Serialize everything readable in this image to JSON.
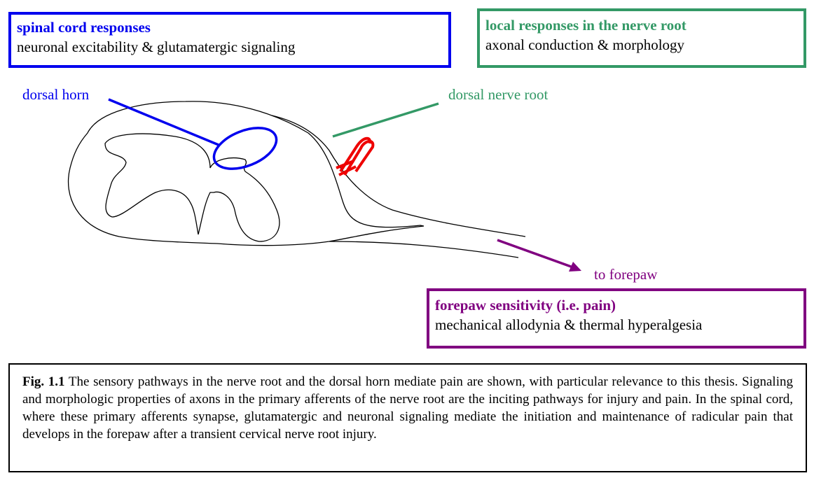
{
  "boxes": {
    "spinal": {
      "title": "spinal cord responses",
      "subtitle": "neuronal excitability & glutamatergic signaling"
    },
    "local": {
      "title": "local responses in the nerve root",
      "subtitle": "axonal conduction & morphology"
    },
    "forepaw": {
      "title": "forepaw sensitivity (i.e. pain)",
      "subtitle": "mechanical allodynia & thermal hyperalgesia"
    }
  },
  "labels": {
    "dorsal_horn": "dorsal horn",
    "dorsal_nerve_root": "dorsal nerve root",
    "to_forepaw": "to forepaw"
  },
  "caption": {
    "fig_label": "Fig. 1.1",
    "text": " The sensory pathways in the nerve root and the dorsal horn mediate pain are shown, with particular relevance to this thesis. Signaling and morphologic properties of axons in the primary afferents of the nerve root are the inciting pathways for injury and pain. In the spinal cord, where these primary afferents synapse, glutamatergic and neuronal signaling mediate the initiation and maintenance of radicular pain that develops in the forepaw after a transient cervical nerve root injury."
  },
  "colors": {
    "spinal": "#0000ee",
    "local": "#339966",
    "forepaw": "#800080",
    "injury_clip": "#ee0000"
  }
}
